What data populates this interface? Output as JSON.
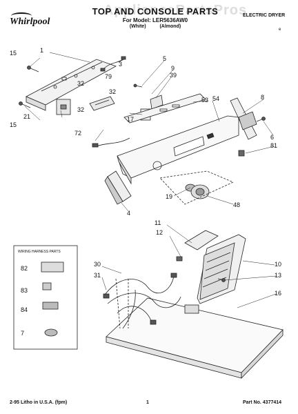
{
  "header": {
    "brand": "Whirlpool",
    "watermark": "AppliancePartsPros",
    "title": "TOP AND CONSOLE PARTS",
    "subtitle": "For Model: LER5636AW0",
    "colors": "(White) (Almond)",
    "product": "ELECTRIC DRYER",
    "corner_mark": "e"
  },
  "footer": {
    "print_info": "2-95 Litho in U.S.A. (fpm)",
    "page_number": "1",
    "part_no": "Part No. 4377414"
  },
  "kit": {
    "title": "WIRING HARNESS PARTS",
    "items": [
      "82",
      "83",
      "84",
      "7"
    ]
  },
  "callouts": [
    "15",
    "1",
    "3",
    "5",
    "9",
    "39",
    "32",
    "79",
    "32",
    "8",
    "21",
    "32",
    "17",
    "53",
    "54",
    "15",
    "72",
    "6",
    "81",
    "19",
    "48",
    "4",
    "11",
    "12",
    "30",
    "31",
    "10",
    "13",
    "16"
  ]
}
